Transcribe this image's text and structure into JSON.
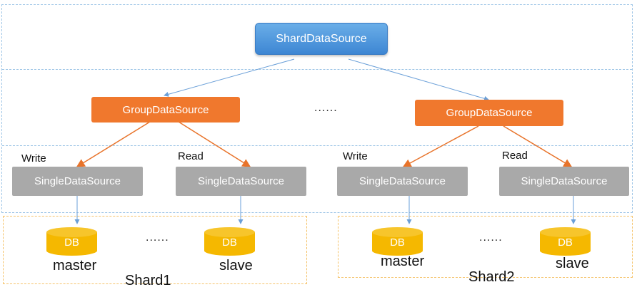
{
  "root": {
    "label": "ShardDataSource"
  },
  "groups": [
    {
      "label": "GroupDataSource"
    },
    {
      "label": "GroupDataSource"
    }
  ],
  "middle_ellipsis": "......",
  "singles": [
    {
      "label": "SingleDataSource",
      "edge_label": "Write"
    },
    {
      "label": "SingleDataSource",
      "edge_label": "Read"
    },
    {
      "label": "SingleDataSource",
      "edge_label": "Write"
    },
    {
      "label": "SingleDataSource",
      "edge_label": "Read"
    }
  ],
  "dbs": [
    {
      "label": "DB",
      "role": "master"
    },
    {
      "label": "DB",
      "role": "slave"
    },
    {
      "label": "DB",
      "role": "master"
    },
    {
      "label": "DB",
      "role": "slave"
    }
  ],
  "shards": [
    {
      "label": "Shard1",
      "ellipsis": "......"
    },
    {
      "label": "Shard2",
      "ellipsis": "......"
    }
  ],
  "colors": {
    "root": "#4a90d9",
    "group": "#f0782d",
    "single": "#a9a9a9",
    "db": "#f5b800",
    "frame_blue": "#9cc4e6",
    "frame_orange": "#f5c36a",
    "arrow_blue": "#6a9fd8",
    "arrow_orange": "#e8732a"
  }
}
